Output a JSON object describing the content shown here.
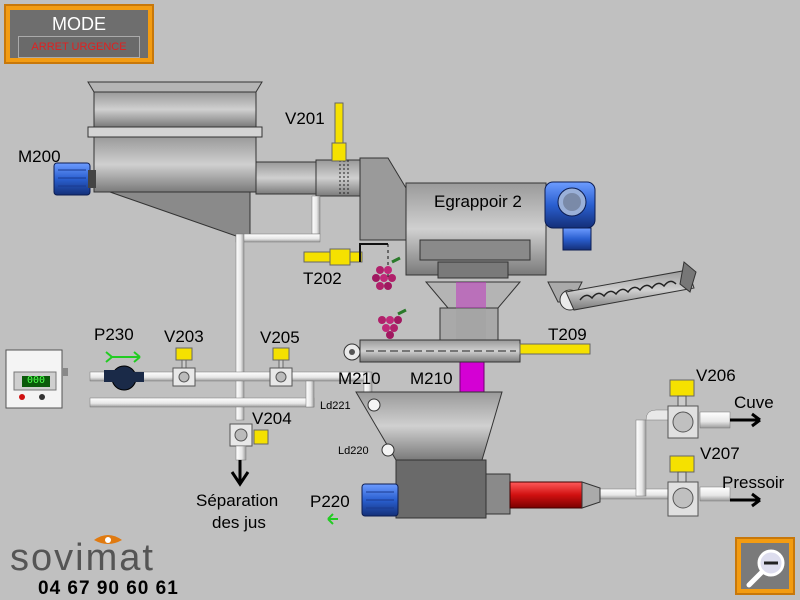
{
  "mode": {
    "title": "MODE",
    "status": "ARRET URGENCE"
  },
  "equipment": {
    "egrappoir": "Egrappoir 2",
    "m200": "M200",
    "v201": "V201",
    "t202": "T202",
    "p230": "P230",
    "v203": "V203",
    "v205": "V205",
    "v204": "V204",
    "m210_a": "M210",
    "m210_b": "M210",
    "t209": "T209",
    "ld221": "Ld221",
    "ld220": "Ld220",
    "p220": "P220",
    "v206": "V206",
    "v207": "V207"
  },
  "outputs": {
    "separation_line1": "Séparation",
    "separation_line2": "des jus",
    "cuve": "Cuve",
    "pressoir": "Pressoir"
  },
  "controller": {
    "display": "000"
  },
  "brand": {
    "name": "sovimat",
    "phone": "04 67 90 60 61"
  },
  "colors": {
    "background": "#c0c0c0",
    "accent": "#f39c12",
    "valve": "#f5e100",
    "motor": "#2a5fd0",
    "pipe": "#f2f2f2",
    "juice": "#d400d4",
    "pump_red": "#d01010",
    "flow_arrow": "#22cc22"
  },
  "icons": [
    "zoom-out-icon",
    "grapes-icon",
    "flow-arrow-icon"
  ]
}
